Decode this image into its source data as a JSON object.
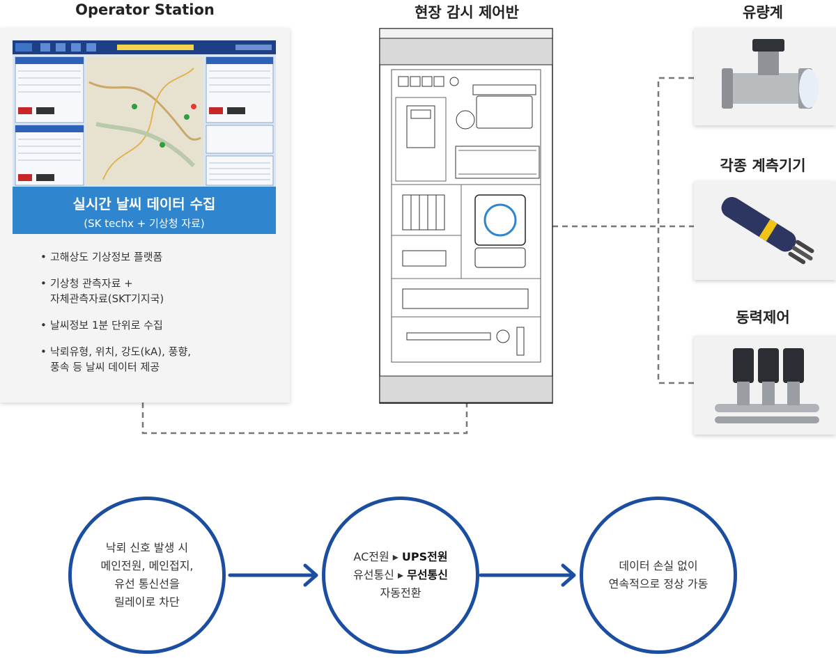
{
  "titles": {
    "operator": "Operator Station",
    "panel": "현장 감시 제어반",
    "flow": "유량계",
    "instruments": "각종 계측기기",
    "power": "동력제어"
  },
  "operator": {
    "banner_main": "실시간 날씨 데이터 수집",
    "banner_sub": "(SK techx + 기상청 자료)",
    "bullets": [
      [
        "고해상도 기상정보 플랫폼"
      ],
      [
        "기상청 관측자료 +",
        "자체관측자료(SKT기지국)"
      ],
      [
        "날씨정보 1분 단위로 수집"
      ],
      [
        "낙뢰유형, 위치, 강도(kA), 풍향,",
        "풍속 등 날씨 데이터 제공"
      ]
    ]
  },
  "circles": {
    "c1": [
      "낙뢰 신호 발생 시",
      "메인전원, 메인접지,",
      "유선 통신선을",
      "릴레이로 차단"
    ],
    "c2": {
      "l1a": "AC전원 ▸ ",
      "l1b": "UPS전원",
      "l2a": "유선통신 ▸ ",
      "l2b": "무선통신",
      "l3": "자동전환"
    },
    "c3": [
      "데이터 손실 없이",
      "연속적으로 정상 가동"
    ]
  },
  "colors": {
    "accent": "#1b4ea0",
    "banner": "#2f86cf",
    "dashed": "#777777"
  }
}
